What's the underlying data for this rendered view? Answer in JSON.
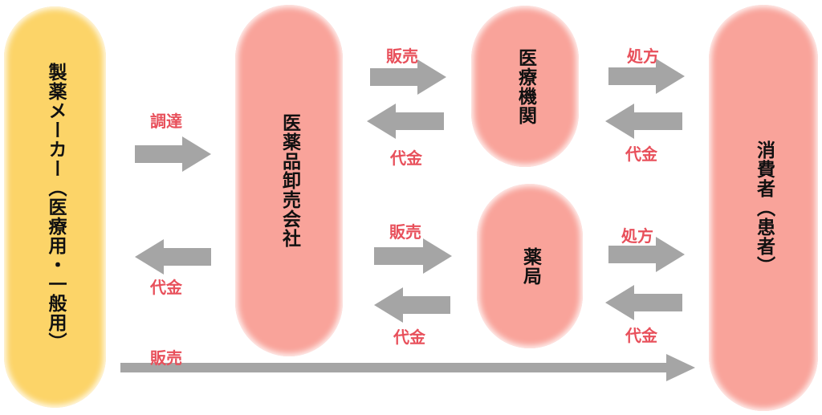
{
  "nodes": {
    "manufacturer": "製薬メーカー（医療用・一般用）",
    "wholesaler": "医薬品卸売会社",
    "clinic": "医療機関",
    "pharmacy": "薬局",
    "consumer": "消費者（患者）"
  },
  "labels": {
    "procure": "調達",
    "pay_wholesaler_to_maker": "代金",
    "sell_to_clinic": "販売",
    "pay_clinic_to_wholesaler": "代金",
    "sell_to_pharmacy": "販売",
    "pay_pharmacy_to_wholesaler": "代金",
    "prescribe_clinic": "処方",
    "pay_consumer_to_clinic": "代金",
    "prescribe_pharmacy": "処方",
    "pay_consumer_to_pharmacy": "代金",
    "sell_direct": "販売"
  },
  "colors": {
    "manufacturer_fill": "#fcd468",
    "node_fill": "#f9a39a",
    "arrow": "#a5a5a5",
    "label": "#e8505b"
  }
}
